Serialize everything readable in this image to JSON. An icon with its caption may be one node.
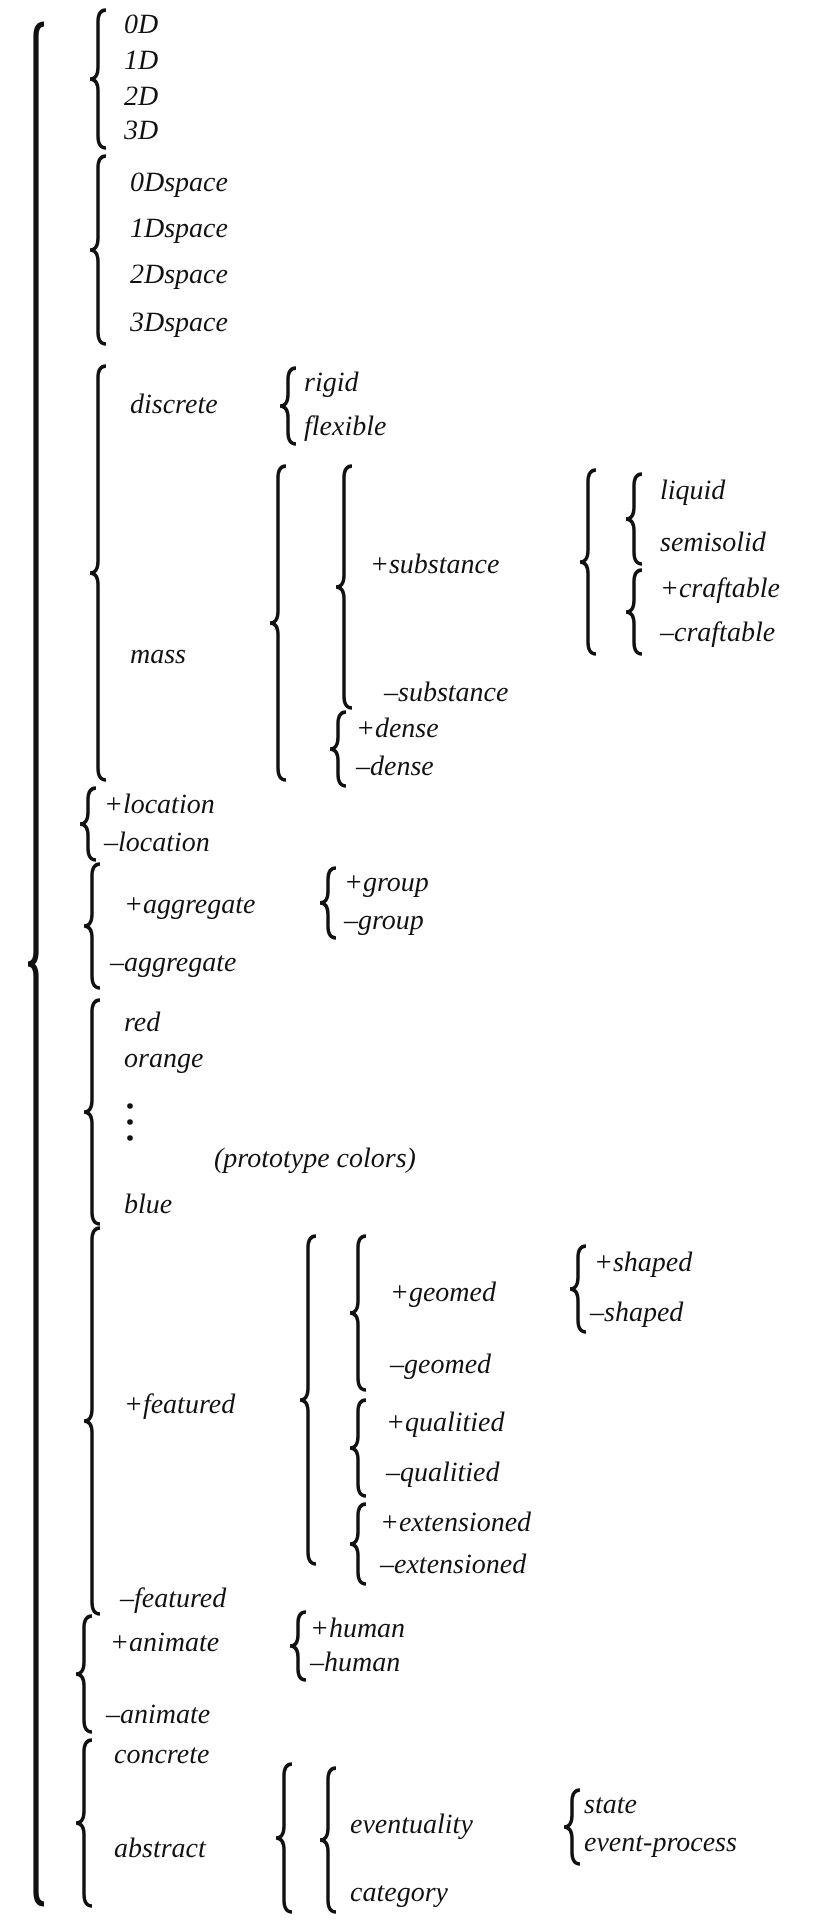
{
  "diagram": {
    "labels": [
      "0D",
      "1D",
      "2D",
      "3D",
      "0Dspace",
      "1Dspace",
      "2Dspace",
      "3Dspace",
      "discrete",
      "rigid",
      "flexible",
      "liquid",
      "semisolid",
      "+substance",
      "+craftable",
      "mass",
      "–craftable",
      "–substance",
      "+dense",
      "–dense",
      "+location",
      "–location",
      "+group",
      "+aggregate",
      "–group",
      "–aggregate",
      "red",
      "orange",
      "(prototype colors)",
      "blue",
      "+shaped",
      "+geomed",
      "–shaped",
      "–geomed",
      "+featured",
      "+qualitied",
      "–qualitied",
      "+extensioned",
      "–extensioned",
      "–featured",
      "+human",
      "+animate",
      "–human",
      "–animate",
      "concrete",
      "state",
      "eventuality",
      "abstract",
      "event-process",
      "category"
    ]
  }
}
